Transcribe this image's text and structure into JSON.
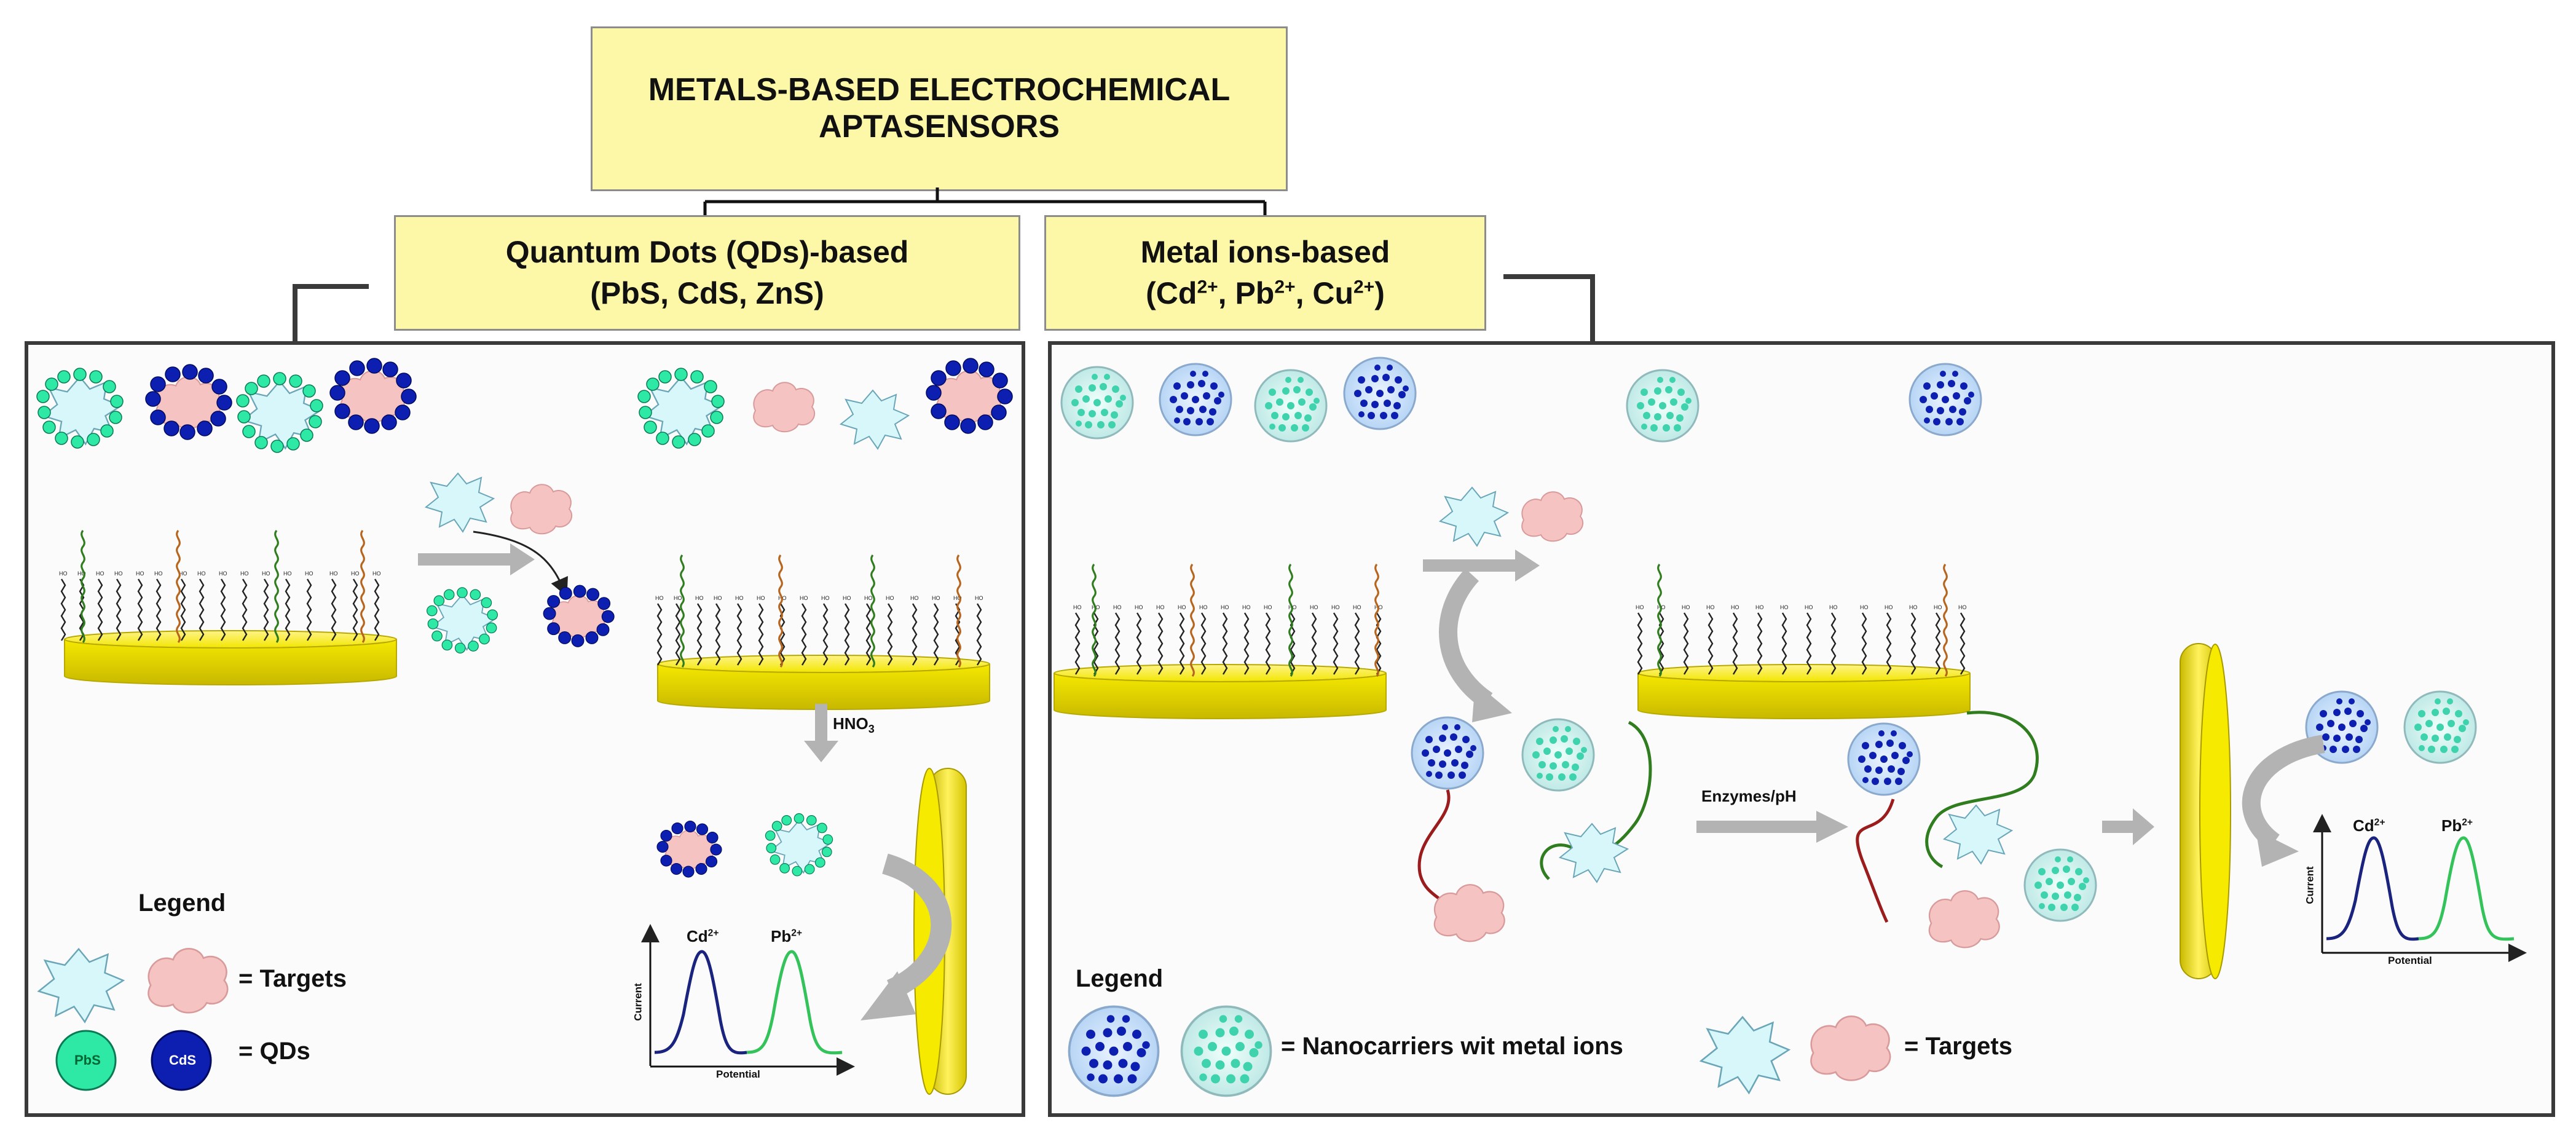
{
  "title": {
    "line1": "METALS-BASED ELECTROCHEMICAL",
    "line2": "APTASENSORS"
  },
  "categories": {
    "qds": {
      "line1": "Quantum Dots (QDs)-based",
      "line2": "(PbS, CdS, ZnS)"
    },
    "metal_ions": {
      "line1": "Metal ions-based",
      "line2_prefix": "(Cd",
      "sup1": "2+",
      "sep1": ", Pb",
      "sup2": "2+",
      "sep2": ", Cu",
      "sup3": "2+",
      "close": ")"
    }
  },
  "left_panel": {
    "step_label": "HNO",
    "step_sub": "3",
    "legend": {
      "title": "Legend",
      "targets": "= Targets",
      "qds": "= QDs",
      "pbs": "PbS",
      "cds": "CdS"
    },
    "voltammogram": {
      "peak1_base": "Cd",
      "peak1_sup": "2+",
      "peak2_base": "Pb",
      "peak2_sup": "2+",
      "xlabel": "Potential",
      "ylabel": "Current"
    }
  },
  "right_panel": {
    "step_label": "Enzymes/pH",
    "legend": {
      "title": "Legend",
      "nanocarriers": "= Nanocarriers wit metal ions",
      "targets": "= Targets"
    },
    "voltammogram": {
      "peak1_base": "Cd",
      "peak1_sup": "2+",
      "peak2_base": "Pb",
      "peak2_sup": "2+",
      "xlabel": "Potential",
      "ylabel": "Current"
    }
  },
  "colors": {
    "box_fill": "#fdf7a8",
    "electrode": "#f2e600",
    "arrow": "#b3b3b3",
    "cd_blue": "#0d1fb0",
    "pb_green": "#3fe0b8",
    "target_cyan": "#d8f7fb",
    "target_pink": "#f6c3c3",
    "aptamer_green": "#2f7d1f",
    "aptamer_orange": "#b5651d",
    "aptamer_red": "#9b1c1c",
    "curve_blue": "#1a237e",
    "curve_green": "#33c35a"
  }
}
